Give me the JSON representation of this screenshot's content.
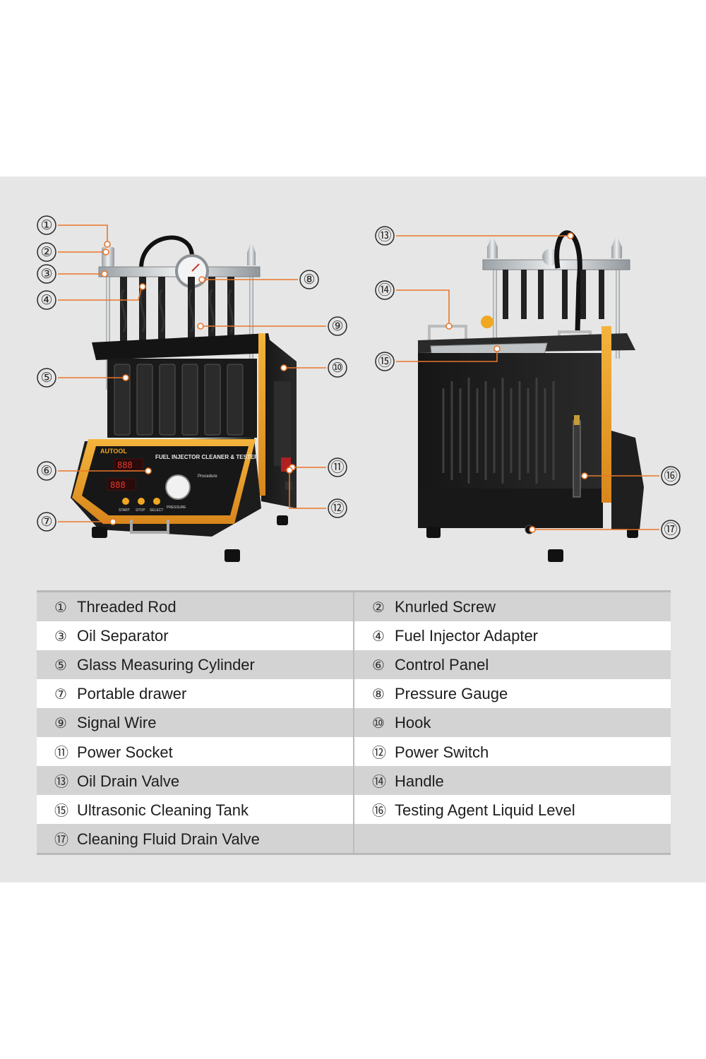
{
  "callouts_left": [
    {
      "number": "①"
    },
    {
      "number": "②"
    },
    {
      "number": "③"
    },
    {
      "number": "④"
    },
    {
      "number": "⑤"
    },
    {
      "number": "⑥"
    },
    {
      "number": "⑦"
    },
    {
      "number": "⑧"
    },
    {
      "number": "⑨"
    },
    {
      "number": "⑩"
    },
    {
      "number": "⑪"
    },
    {
      "number": "⑫"
    }
  ],
  "callouts_right": [
    {
      "number": "⑬"
    },
    {
      "number": "⑭"
    },
    {
      "number": "⑮"
    },
    {
      "number": "⑯"
    },
    {
      "number": "⑰"
    }
  ],
  "device_text": {
    "brand": "AUTOOL",
    "panel_title": "FUEL INJECTOR CLEANER & TESTER",
    "button_start": "START",
    "button_stop": "STOP",
    "button_select": "SELECT",
    "gauge_label": "PRESSURE",
    "procedure_title": "Procedure"
  },
  "parts": [
    {
      "left": {
        "number": "①",
        "label": "Threaded Rod"
      },
      "right": {
        "number": "②",
        "label": "Knurled Screw"
      }
    },
    {
      "left": {
        "number": "③",
        "label": "Oil Separator"
      },
      "right": {
        "number": "④",
        "label": "Fuel Injector Adapter"
      }
    },
    {
      "left": {
        "number": "⑤",
        "label": "Glass Measuring Cylinder"
      },
      "right": {
        "number": "⑥",
        "label": "Control Panel"
      }
    },
    {
      "left": {
        "number": "⑦",
        "label": "Portable drawer"
      },
      "right": {
        "number": "⑧",
        "label": "Pressure Gauge"
      }
    },
    {
      "left": {
        "number": "⑨",
        "label": "Signal Wire"
      },
      "right": {
        "number": "⑩",
        "label": "Hook"
      }
    },
    {
      "left": {
        "number": "⑪",
        "label": "Power Socket"
      },
      "right": {
        "number": "⑫",
        "label": "Power Switch"
      }
    },
    {
      "left": {
        "number": "⑬",
        "label": "Oil Drain Valve"
      },
      "right": {
        "number": "⑭",
        "label": "Handle"
      }
    },
    {
      "left": {
        "number": "⑮",
        "label": "Ultrasonic Cleaning Tank"
      },
      "right": {
        "number": "⑯",
        "label": "Testing Agent Liquid Level"
      }
    },
    {
      "left": {
        "number": "⑰",
        "label": "Cleaning Fluid Drain Valve"
      },
      "right": {
        "number": "",
        "label": ""
      }
    }
  ],
  "colors": {
    "accent_orange": "#e8762a",
    "machine_body": "#1c1c1c",
    "panel_yellow": "#f0a722"
  }
}
